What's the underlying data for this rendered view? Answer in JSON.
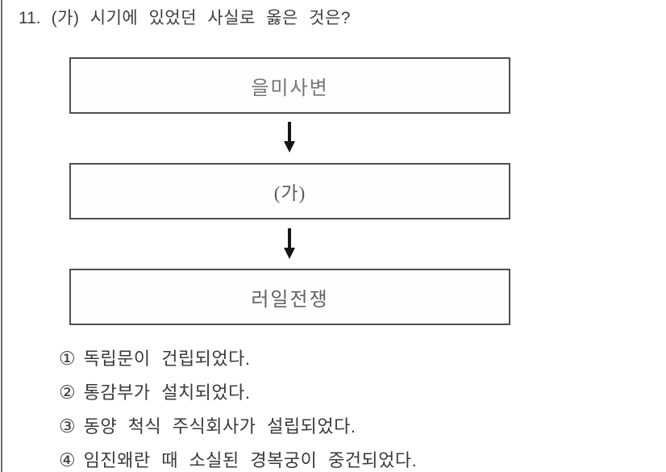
{
  "question": {
    "number": "11.",
    "text": "(가) 시기에 있었던 사실로 옳은 것은?"
  },
  "timeline": {
    "boxes": [
      {
        "label": "을미사변"
      },
      {
        "label": "(가)"
      },
      {
        "label": "러일전쟁"
      }
    ],
    "arrow_glyph": "↓"
  },
  "choices": [
    {
      "marker": "①",
      "text": "독립문이 건립되었다."
    },
    {
      "marker": "②",
      "text": "통감부가 설치되었다."
    },
    {
      "marker": "③",
      "text": "동양 척식 주식회사가 설립되었다."
    },
    {
      "marker": "④",
      "text": "임진왜란 때 소실된 경복궁이 중건되었다."
    }
  ]
}
